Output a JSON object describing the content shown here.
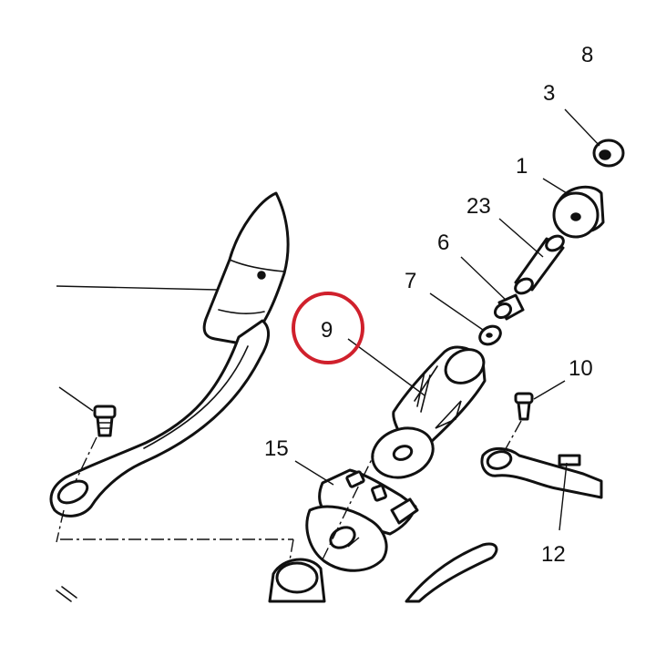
{
  "callouts": {
    "c3": "3",
    "c1": "1",
    "c23": "23",
    "c6": "6",
    "c7": "7",
    "c9": "9",
    "c10": "10",
    "c15": "15",
    "c12": "12",
    "c8_partial": "8"
  },
  "colors": {
    "highlight_ring": "#d0202c",
    "ink": "#111111",
    "background": "#ffffff"
  }
}
